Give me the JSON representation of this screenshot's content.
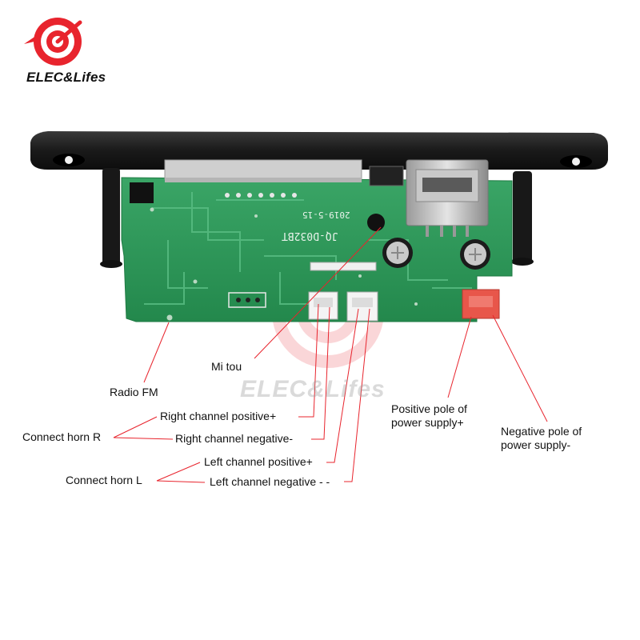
{
  "brand": {
    "name": "ELEC&Lifes",
    "watermark": "ELEC&Lifes",
    "logo_color": "#e8242d"
  },
  "board": {
    "silkscreen_model": "JQ-D032BT",
    "silkscreen_date": "2019-5-15",
    "pcb_color": "#2f9a5b",
    "bezel_color": "#1a1a1a"
  },
  "labels": {
    "radio_fm": "Radio FM",
    "mi_tou": "Mi tou",
    "right_pos": "Right channel positive+",
    "right_neg": "Right channel negative-",
    "connect_r": "Connect horn R",
    "left_pos": "Left channel positive+",
    "left_neg": "Left channel negative - -",
    "connect_l": "Connect horn L",
    "power_pos": "Positive pole of power supply+",
    "power_neg": "Negative pole of power supply-"
  },
  "leader_color": "#e8242d"
}
